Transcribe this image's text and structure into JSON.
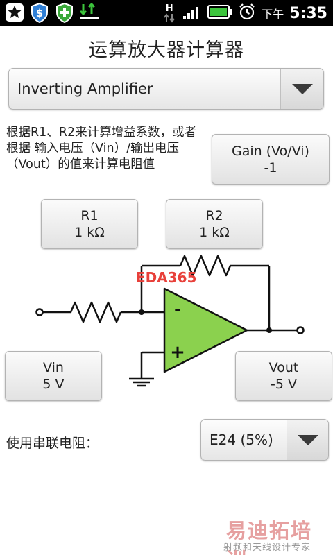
{
  "status_bar": {
    "ampm": "下午",
    "time": "5:35",
    "network_badge": "H"
  },
  "app": {
    "title": "运算放大器计算器"
  },
  "circuit_type": {
    "selected": "Inverting Amplifier"
  },
  "description": "根据R1、R2来计算增益系数，或者根据 输入电压（Vin）/输出电压（Vout）的值来计算电阻值",
  "gain": {
    "label": "Gain (Vo/Vi)",
    "value": "-1"
  },
  "r1": {
    "label": "R1",
    "value": "1 kΩ"
  },
  "r2": {
    "label": "R2",
    "value": "1 kΩ"
  },
  "vin": {
    "label": "Vin",
    "value": "5 V"
  },
  "vout": {
    "label": "Vout",
    "value": "-5 V"
  },
  "opamp": {
    "minus": "-",
    "plus": "+"
  },
  "series": {
    "label": "使用串联电阻：",
    "selected": "E24 (5%)"
  },
  "watermarks": {
    "eda": "EDA365",
    "brand": "易迪拓培训",
    "brand_sub": "射频和天线设计专家"
  },
  "colors": {
    "opamp_fill": "#8bd14e",
    "status_bar": "#000000",
    "battery": "#3cc43c"
  }
}
